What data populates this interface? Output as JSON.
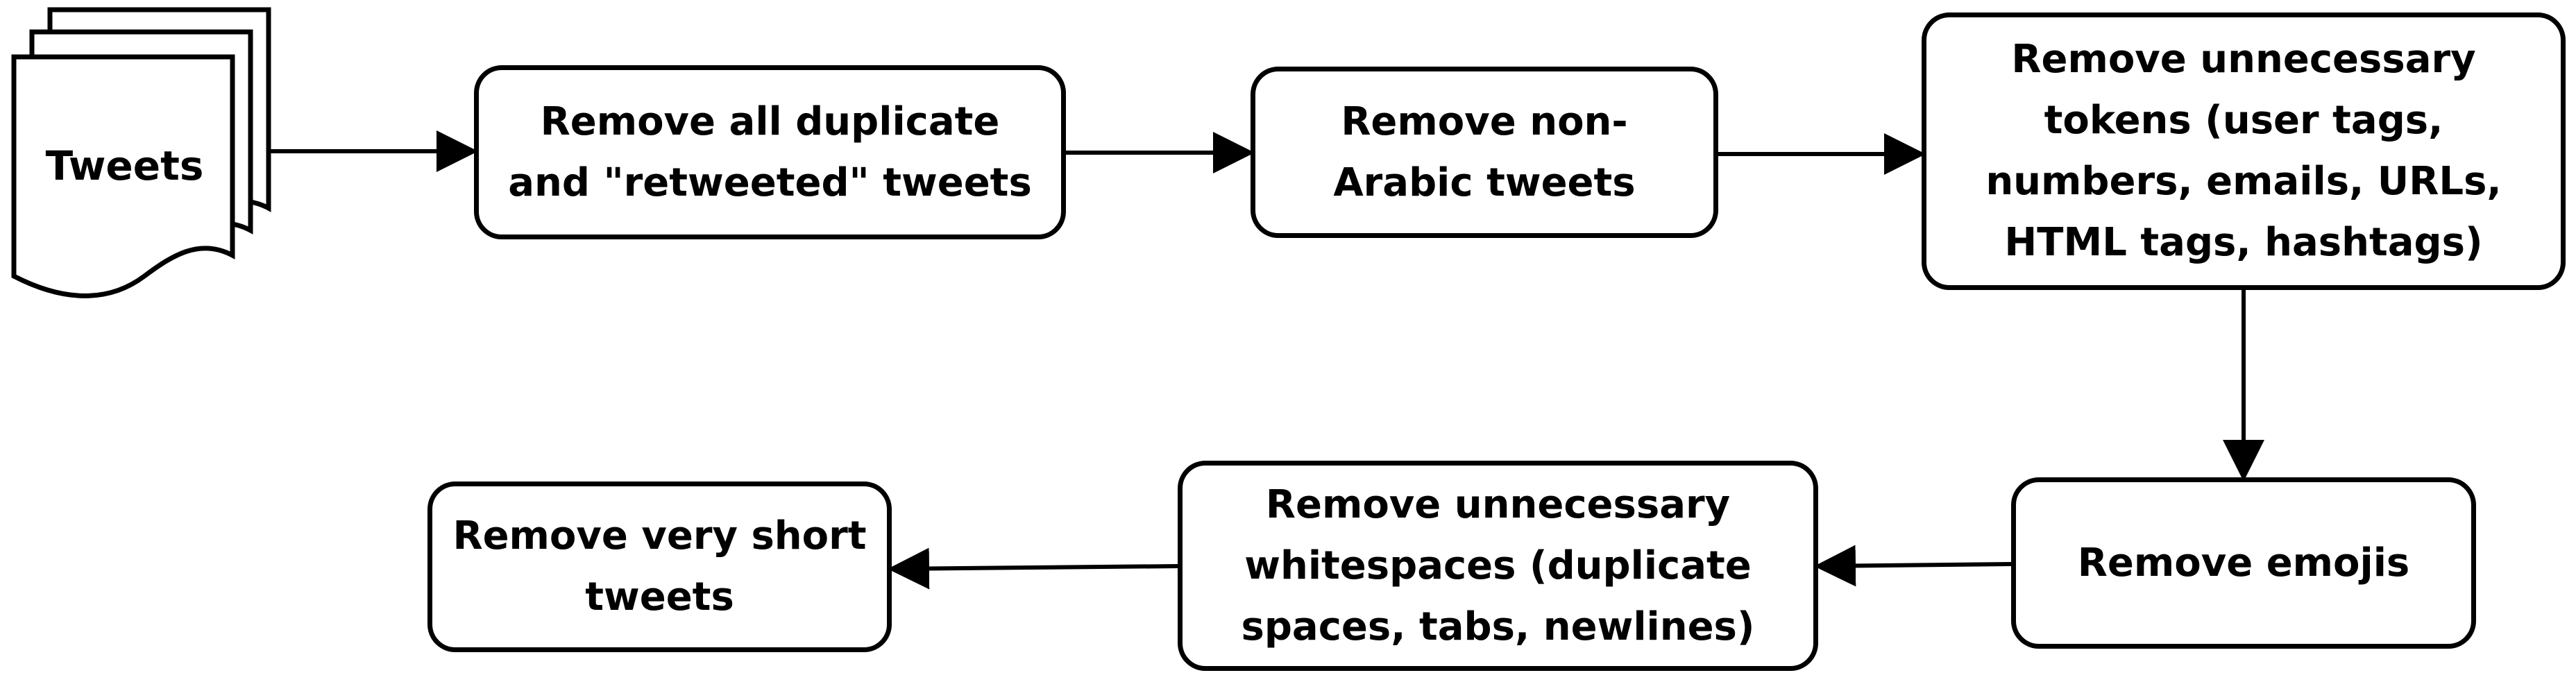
{
  "diagram": {
    "source": "Tweets",
    "steps": [
      "Remove all duplicate\nand \"retweeted\" tweets",
      "Remove non-\nArabic tweets",
      "Remove unnecessary\ntokens (user tags,\nnumbers, emails, URLs,\nHTML tags, hashtags)",
      "Remove emojis",
      "Remove unnecessary\nwhitespaces (duplicate\nspaces, tabs, newlines)",
      "Remove very short\ntweets"
    ],
    "colors": {
      "stroke": "#000000",
      "fill": "#ffffff",
      "text": "#000000"
    }
  }
}
